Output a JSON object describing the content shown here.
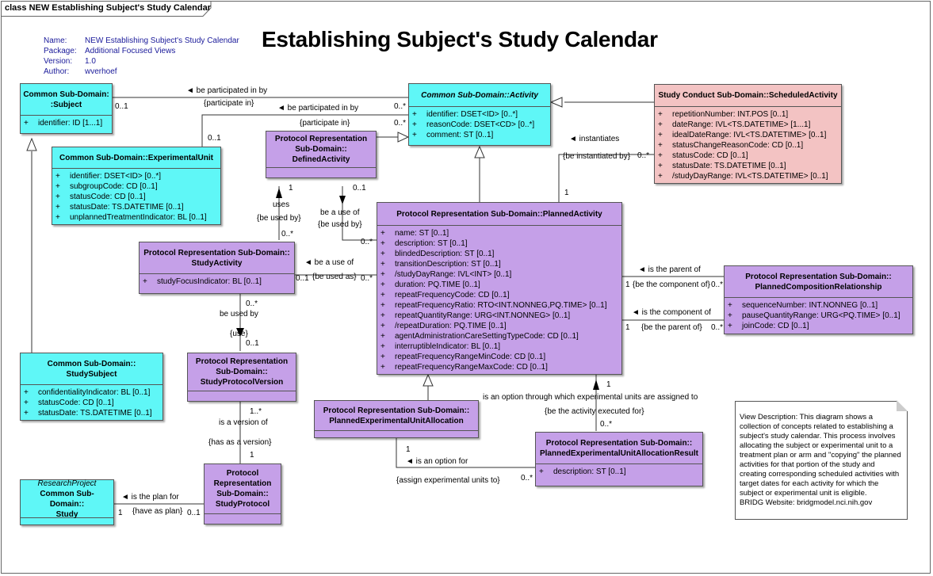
{
  "frame": {
    "title": "class NEW Establishing Subject's Study Calendar"
  },
  "diagram": {
    "title": "Establishing Subject's Study Calendar"
  },
  "meta": [
    {
      "key": "Name:",
      "value": "NEW Establishing Subject's Study Calendar"
    },
    {
      "key": "Package:",
      "value": "Additional Focused Views"
    },
    {
      "key": "Version:",
      "value": "1.0"
    },
    {
      "key": "Author:",
      "value": "wverhoef"
    }
  ],
  "classes": {
    "subject": {
      "header": [
        "Common Sub-Domain:",
        ":Subject"
      ],
      "attrs": [
        "identifier: ID [1...1]"
      ]
    },
    "experimental_unit": {
      "header": [
        "Common Sub-Domain::ExperimentalUnit"
      ],
      "attrs": [
        "identifier: DSET<ID> [0..*]",
        "subgroupCode: CD [0..1]",
        "statusCode: CD [0..1]",
        "statusDate: TS.DATETIME [0..1]",
        "unplannedTreatmentIndicator: BL [0..1]"
      ]
    },
    "activity": {
      "header": [
        "Common Sub-Domain::Activity"
      ],
      "attrs": [
        "identifier: DSET<ID> [0..*]",
        "reasonCode: DSET<CD> [0..*]",
        "comment: ST [0..1]"
      ]
    },
    "scheduled_activity": {
      "header": [
        "Study Conduct Sub-Domain::ScheduledActivity"
      ],
      "attrs": [
        "repetitionNumber: INT.POS [0..1]",
        "dateRange: IVL<TS.DATETIME> [1...1]",
        "idealDateRange: IVL<TS.DATETIME> [0..1]",
        "statusChangeReasonCode: CD [0..1]",
        "statusCode: CD [0..1]",
        "statusDate: TS.DATETIME [0..1]",
        "/studyDayRange: IVL<TS.DATETIME> [0..1]"
      ]
    },
    "defined_activity": {
      "header": [
        "Protocol Representation",
        "Sub-Domain::",
        "DefinedActivity"
      ],
      "attrs": []
    },
    "planned_activity": {
      "header": [
        "Protocol Representation Sub-Domain::PlannedActivity"
      ],
      "attrs": [
        "name: ST [0..1]",
        "description: ST [0..1]",
        "blindedDescription: ST [0..1]",
        "transitionDescription: ST [0..1]",
        "/studyDayRange: IVL<INT> [0..1]",
        "duration: PQ.TIME [0..1]",
        "repeatFrequencyCode: CD [0..1]",
        "repeatFrequencyRatio: RTO<INT.NONNEG,PQ.TIME> [0..1]",
        "repeatQuantityRange: URG<INT.NONNEG> [0..1]",
        "/repeatDuration: PQ.TIME [0..1]",
        "agentAdministrationCareSettingTypeCode: CD [0..1]",
        "interruptibleIndicator: BL [0..1]",
        "repeatFrequencyRangeMinCode: CD [0..1]",
        "repeatFrequencyRangeMaxCode: CD [0..1]"
      ]
    },
    "study_activity": {
      "header": [
        "Protocol Representation Sub-Domain::",
        "StudyActivity"
      ],
      "attrs": [
        "studyFocusIndicator: BL [0..1]"
      ]
    },
    "planned_composition": {
      "header": [
        "Protocol Representation Sub-Domain::",
        "PlannedCompositionRelationship"
      ],
      "attrs": [
        "sequenceNumber: INT.NONNEG [0..1]",
        "pauseQuantityRange: URG<PQ.TIME> [0..1]",
        "joinCode: CD [0..1]"
      ]
    },
    "study_subject": {
      "header": [
        "Common Sub-Domain::",
        "StudySubject"
      ],
      "attrs": [
        "confidentialityIndicator: BL [0..1]",
        "statusCode: CD [0..1]",
        "statusDate: TS.DATETIME [0..1]"
      ]
    },
    "study_protocol_version": {
      "header": [
        "Protocol Representation",
        "Sub-Domain::",
        "StudyProtocolVersion"
      ],
      "attrs": []
    },
    "peua": {
      "header": [
        "Protocol Representation Sub-Domain::",
        "PlannedExperimentalUnitAllocation"
      ],
      "attrs": []
    },
    "peuar": {
      "header": [
        "Protocol Representation Sub-Domain::",
        "PlannedExperimentalUnitAllocationResult"
      ],
      "attrs": [
        "description: ST [0..1]"
      ]
    },
    "study": {
      "stereotype": "ResearchProject",
      "header": [
        "Common Sub-Domain::",
        "Study"
      ],
      "attrs": []
    },
    "study_protocol": {
      "header": [
        "Protocol",
        "Representation",
        "Sub-Domain::",
        "StudyProtocol"
      ],
      "attrs": []
    }
  },
  "labels": {
    "l1": "◄ be participated in by",
    "l2": "{participate in}",
    "l3": "0..1",
    "l4": "0..*",
    "l5": "◄ be participated in by",
    "l6": "{participate in}",
    "l7": "0..1",
    "l8": "0..*",
    "l9": "◄ instantiates",
    "l10": "{be instantiated by}",
    "l11": "0..*",
    "l12": "1",
    "l13": "uses",
    "l14": "{be used by}",
    "l15": "1",
    "l16": "0..*",
    "l17": "be a use of",
    "l18": "{be used by}",
    "l19": "0..1",
    "l20": "0..*",
    "l21": "◄ be a use of",
    "l22": "{be used as}",
    "l23": "0..1",
    "l24": "0..*",
    "l25": "◄ is the parent of",
    "l26": "{be the component of}",
    "l27": "1",
    "l28": "0..*",
    "l29": "◄ is the component of",
    "l30": "{be the parent of}",
    "l31": "1",
    "l32": "0..*",
    "l33": "0..*",
    "l34": "be used by",
    "l35": "{use}",
    "l36": "0..1",
    "l37": "1..*",
    "l38": "is a version of",
    "l39": "{has as a version}",
    "l40": "1",
    "l41": "1",
    "l42": "is an option through which experimental units are assigned to",
    "l43": "{be the activity executed for}",
    "l44": "0..*",
    "l45": "1",
    "l46": "◄ is an option for",
    "l47": "{assign experimental units to}",
    "l48": "0..*",
    "l49": "◄ is the plan for",
    "l50": "{have as plan}",
    "l51": "1",
    "l52": "0..1"
  },
  "note": {
    "text": "View Description:  This diagram shows a collection of concepts related to establishing a subject's study calendar.  This process involves allocating the subject or experimental unit to a treatment plan or arm and \"copying\" the planned activities for that portion of the study and creating corresponding scheduled activities with target dates for each activity for which the subject or experimental unit is eligible.",
    "website": "BRIDG Website:  bridgmodel.nci.nih.gov"
  }
}
